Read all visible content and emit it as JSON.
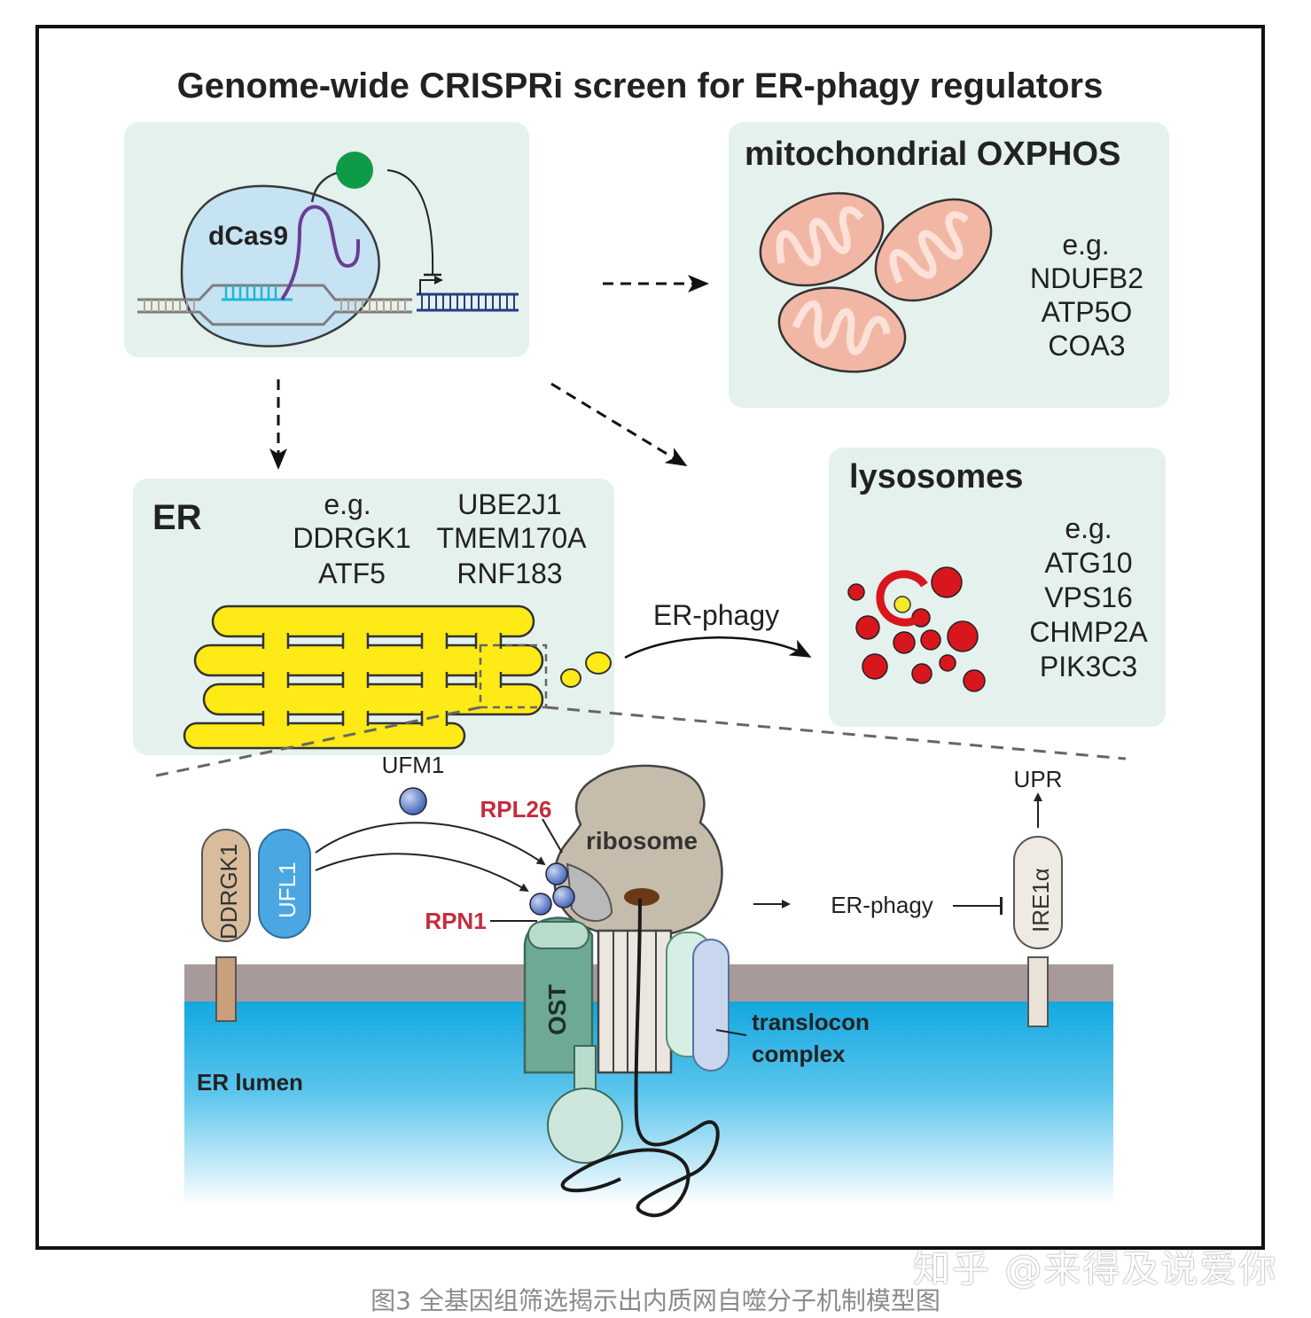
{
  "title": "Genome-wide CRISPRi screen for ER-phagy regulators",
  "crispri": {
    "protein": "dCas9"
  },
  "mito": {
    "title": "mitochondrial OXPHOS",
    "eg": "e.g.",
    "genes": [
      "NDUFB2",
      "ATP5O",
      "COA3"
    ]
  },
  "lyso": {
    "title": "lysosomes",
    "eg": "e.g.",
    "genes": [
      "ATG10",
      "VPS16",
      "CHMP2A",
      "PIK3C3"
    ]
  },
  "er": {
    "title": "ER",
    "eg": "e.g.",
    "genes_left": [
      "DDRGK1",
      "ATF5"
    ],
    "genes_right": [
      "UBE2J1",
      "TMEM170A",
      "RNF183"
    ]
  },
  "er_phagy_arrow": "ER-phagy",
  "bottom": {
    "ufm1": "UFM1",
    "ddrgk1": "DDRGK1",
    "ufl1": "UFL1",
    "rpl26": "RPL26",
    "rpn1": "RPN1",
    "ribosome": "ribosome",
    "ost": "OST",
    "translocon": [
      "translocon",
      "complex"
    ],
    "er_lumen": "ER lumen",
    "er_phagy": "ER-phagy",
    "upr": "UPR",
    "ire1a": "IRE1α"
  },
  "caption": "图3 全基因组筛选揭示出内质网自噬分子机制模型图",
  "watermark": "知乎 @来得及说爱你"
}
